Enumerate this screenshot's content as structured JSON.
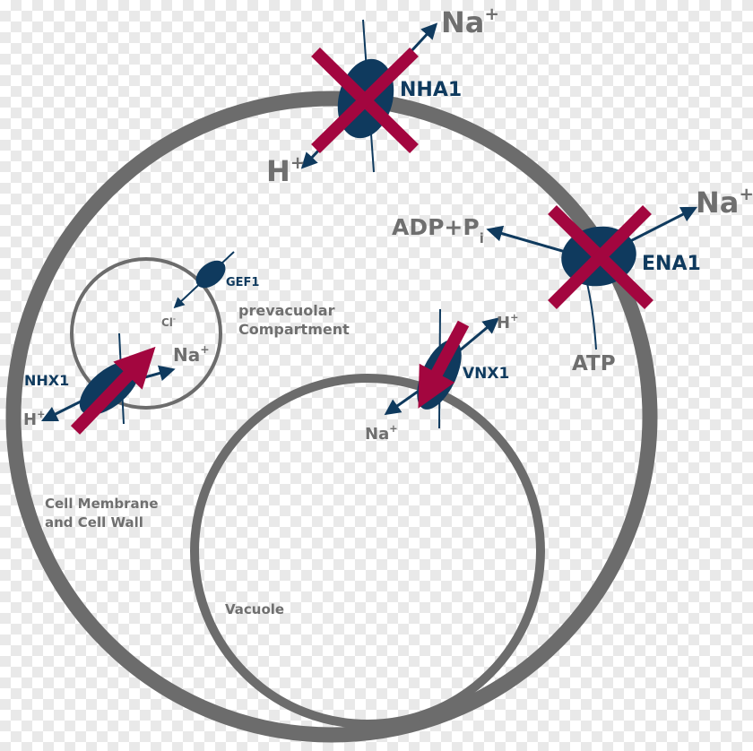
{
  "colors": {
    "membrane": "#6c6c6c",
    "transporter": "#0f3a5e",
    "inhibit": "#a3063f",
    "label_grey": "#6f6f6f",
    "label_navy": "#0f3a5e"
  },
  "labels": {
    "na_plus_top": "Na",
    "h_plus_top": "H",
    "nha1": "NHA1",
    "na_plus_right": "Na",
    "adp_pi": "ADP+P",
    "pi_sub": "i",
    "ena1": "ENA1",
    "atp": "ATP",
    "gef1": "GEF1",
    "cl_minus": "Cl",
    "prevacuolar_line1": "prevacuolar",
    "prevacuolar_line2": "Compartment",
    "na_plus_nhx1": "Na",
    "nhx1": "NHX1",
    "h_plus_nhx1": "H",
    "h_plus_vnx1": "H",
    "vnx1": "VNX1",
    "na_plus_vnx1": "Na",
    "cell_membrane_line1": "Cell Membrane",
    "cell_membrane_line2": "and Cell Wall",
    "vacuole": "Vacuole",
    "plus": "+",
    "minus": "-"
  }
}
